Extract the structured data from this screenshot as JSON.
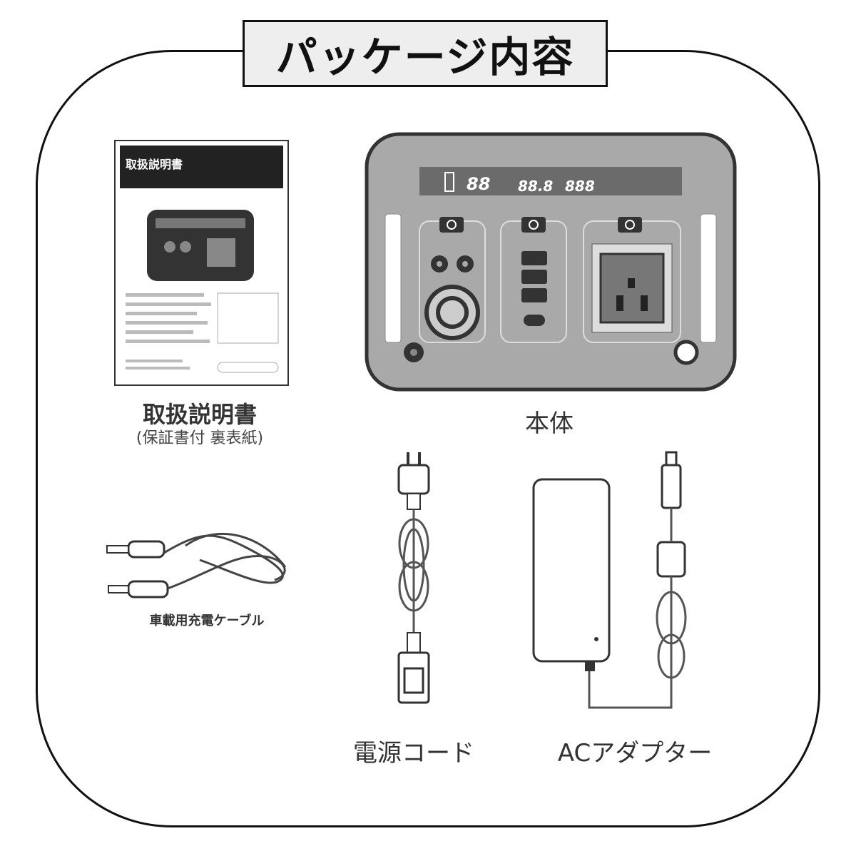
{
  "header": {
    "title": "パッケージ内容"
  },
  "items": {
    "manual": {
      "label": "取扱説明書",
      "note": "(保証書付 裏表紙)",
      "cover_title": "取扱説明書"
    },
    "unit": {
      "label": "本体",
      "display_digits_1": "88",
      "display_digits_2": "88.8",
      "display_digits_3": "888"
    },
    "car_cable": {
      "label": "車載用充電ケーブル"
    },
    "power_cord": {
      "label": "電源コード"
    },
    "ac_adapter": {
      "label": "ACアダプター"
    }
  },
  "colors": {
    "panel": "#a9a9a9",
    "outline": "#333333",
    "display": "#6b6b6b"
  }
}
